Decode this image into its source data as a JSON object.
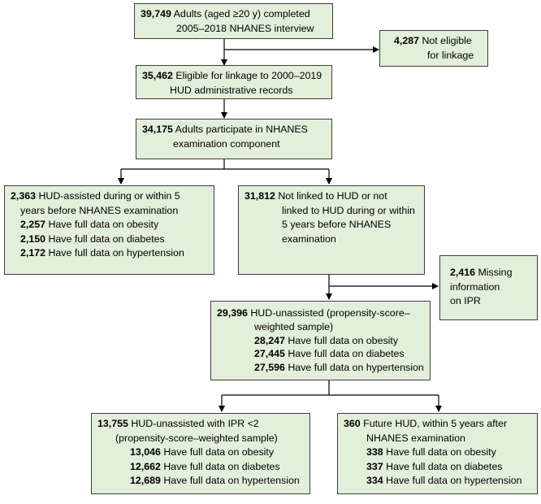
{
  "boxes": {
    "b1": {
      "lines": [
        {
          "n": "39,749",
          "t": " Adults (aged ≥20 y) completed"
        },
        {
          "n": "",
          "t": "2005–2018 NHANES interview"
        }
      ]
    },
    "b2": {
      "lines": [
        {
          "n": "4,287",
          "t": " Not eligible"
        },
        {
          "n": "",
          "t": "for linkage"
        }
      ]
    },
    "b3": {
      "lines": [
        {
          "n": "35,462",
          "t": " Eligible for linkage to 2000–2019"
        },
        {
          "n": "",
          "t": "HUD administrative records"
        }
      ]
    },
    "b4": {
      "lines": [
        {
          "n": "34,175",
          "t": " Adults participate in NHANES"
        },
        {
          "n": "",
          "t": "examination component"
        }
      ]
    },
    "b5": {
      "lines": [
        {
          "n": "2,363",
          "t": " HUD-assisted during or within 5"
        },
        {
          "n": "",
          "t": "years before NHANES examination"
        },
        {
          "n": "2,257",
          "t": " Have full data on obesity"
        },
        {
          "n": "2,150",
          "t": " Have full data on diabetes"
        },
        {
          "n": "2,172",
          "t": " Have full data on hypertension"
        }
      ]
    },
    "b6": {
      "lines": [
        {
          "n": "31,812",
          "t": " Not linked to HUD or not"
        },
        {
          "n": "",
          "t": "linked to HUD during or within"
        },
        {
          "n": "",
          "t": "5 years before NHANES"
        },
        {
          "n": "",
          "t": "examination"
        }
      ]
    },
    "b7": {
      "lines": [
        {
          "n": "2,416",
          "t": " Missing"
        },
        {
          "n": "",
          "t": "information"
        },
        {
          "n": "",
          "t": "on IPR"
        }
      ]
    },
    "b8": {
      "lines": [
        {
          "n": "29,396",
          "t": " HUD-unassisted (propensity-score–"
        },
        {
          "n": "",
          "t": "weighted sample)"
        },
        {
          "n": "28,247",
          "t": " Have full data on obesity"
        },
        {
          "n": "27,445",
          "t": " Have full data on diabetes"
        },
        {
          "n": "27,596",
          "t": " Have full data on hypertension"
        }
      ]
    },
    "b9": {
      "lines": [
        {
          "n": "13,755",
          "t": " HUD-unassisted with IPR <2"
        },
        {
          "n": "",
          "t": "(propensity-score–weighted sample)"
        },
        {
          "n": "13,046",
          "t": " Have full data on obesity"
        },
        {
          "n": "12,662",
          "t": " Have full data on diabetes"
        },
        {
          "n": "12,689",
          "t": " Have full data on hypertension"
        }
      ]
    },
    "b10": {
      "lines": [
        {
          "n": "360",
          "t": " Future HUD, within 5 years after"
        },
        {
          "n": "",
          "t": "NHANES examination"
        },
        {
          "n": "338",
          "t": " Have full data on obesity"
        },
        {
          "n": "337",
          "t": " Have full data on diabetes"
        },
        {
          "n": "334",
          "t": " Have full data on hypertension"
        }
      ]
    }
  }
}
